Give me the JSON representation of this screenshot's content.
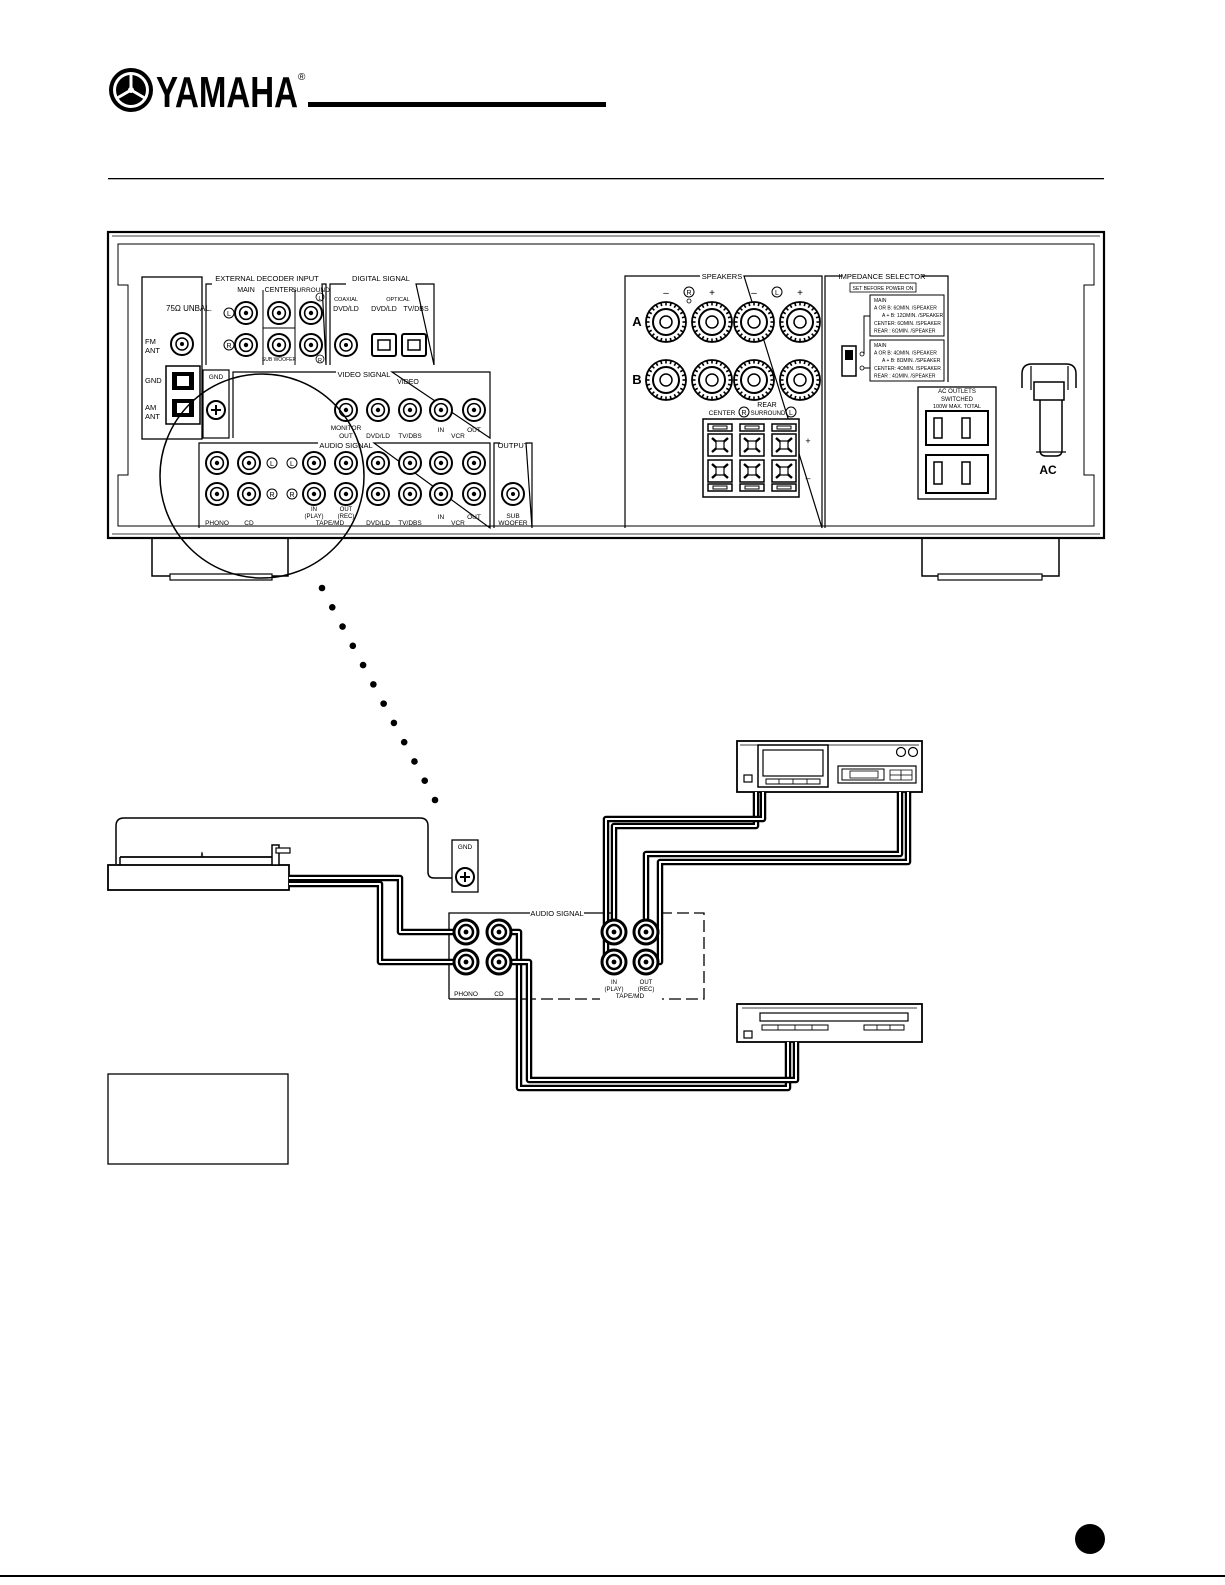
{
  "brand": {
    "name": "YAMAHA",
    "registered": "®"
  },
  "receiver": {
    "antenna": {
      "unbal": "75Ω UNBAL.",
      "fm": [
        "FM",
        "ANT"
      ],
      "gnd": "GND",
      "am": [
        "AM",
        "ANT"
      ]
    },
    "ext_decoder": {
      "title": "EXTERNAL DECODER INPUT",
      "main": "MAIN",
      "center": "CENTER",
      "surround": "SURROUND",
      "subwoofer": "SUB WOOFER",
      "left": "L",
      "right": "R"
    },
    "digital": {
      "title": "DIGITAL SIGNAL",
      "coaxial": "COAXIAL",
      "optical": "OPTICAL",
      "dvd_ld": "DVD/LD",
      "tv_dbs": "TV/DBS"
    },
    "video": {
      "gnd": "GND",
      "title": "VIDEO SIGNAL",
      "video": "VIDEO",
      "monitor_out": [
        "MONITOR",
        "OUT"
      ],
      "dvd_ld": "DVD/LD",
      "tv_dbs": "TV/DBS",
      "in": "IN",
      "out": "OUT",
      "vcr": "VCR"
    },
    "audio": {
      "title": "AUDIO SIGNAL",
      "left": "L",
      "right": "R",
      "phono": "PHONO",
      "cd": "CD",
      "in_play": [
        "IN",
        "(PLAY)"
      ],
      "out_rec": [
        "OUT",
        "(REC)"
      ],
      "tape_md": "TAPE/MD",
      "dvd_ld": "DVD/LD",
      "tv_dbs": "TV/DBS",
      "in": "IN",
      "out": "OUT",
      "vcr": "VCR"
    },
    "output": {
      "title": "OUTPUT",
      "sub_woofer": [
        "SUB",
        "WOOFER"
      ]
    },
    "speakers": {
      "title": "SPEAKERS",
      "minus": "–",
      "plus": "+",
      "right": "R",
      "left": "L",
      "a": "A",
      "b": "B",
      "rear": "REAR",
      "center": "CENTER",
      "surround": "SURROUND"
    },
    "impedance": {
      "title": "IMPEDANCE SELECTOR",
      "set_before": "SET BEFORE POWER ON",
      "upper": [
        "MAIN",
        "A OR B: 6ΩMIN. /SPEAKER",
        "A + B: 12ΩMIN. /SPEAKER",
        "CENTER: 6ΩMIN. /SPEAKER",
        "REAR   : 6ΩMIN. /SPEAKER"
      ],
      "lower": [
        "MAIN",
        "A OR B: 4ΩMIN. /SPEAKER",
        "A + B: 8ΩMIN. /SPEAKER",
        "CENTER: 4ΩMIN. /SPEAKER",
        "REAR   : 4ΩMIN. /SPEAKER"
      ]
    },
    "ac_outlets": [
      "AC OUTLETS",
      "SWITCHED",
      "100W MAX. TOTAL"
    ],
    "ac": "AC"
  },
  "detail": {
    "gnd": "GND",
    "audio_title": "AUDIO SIGNAL",
    "phono": "PHONO",
    "cd": "CD",
    "in_play": [
      "IN",
      "(PLAY)"
    ],
    "out_rec": [
      "OUT",
      "(REC)"
    ],
    "tape_md": "TAPE/MD"
  }
}
